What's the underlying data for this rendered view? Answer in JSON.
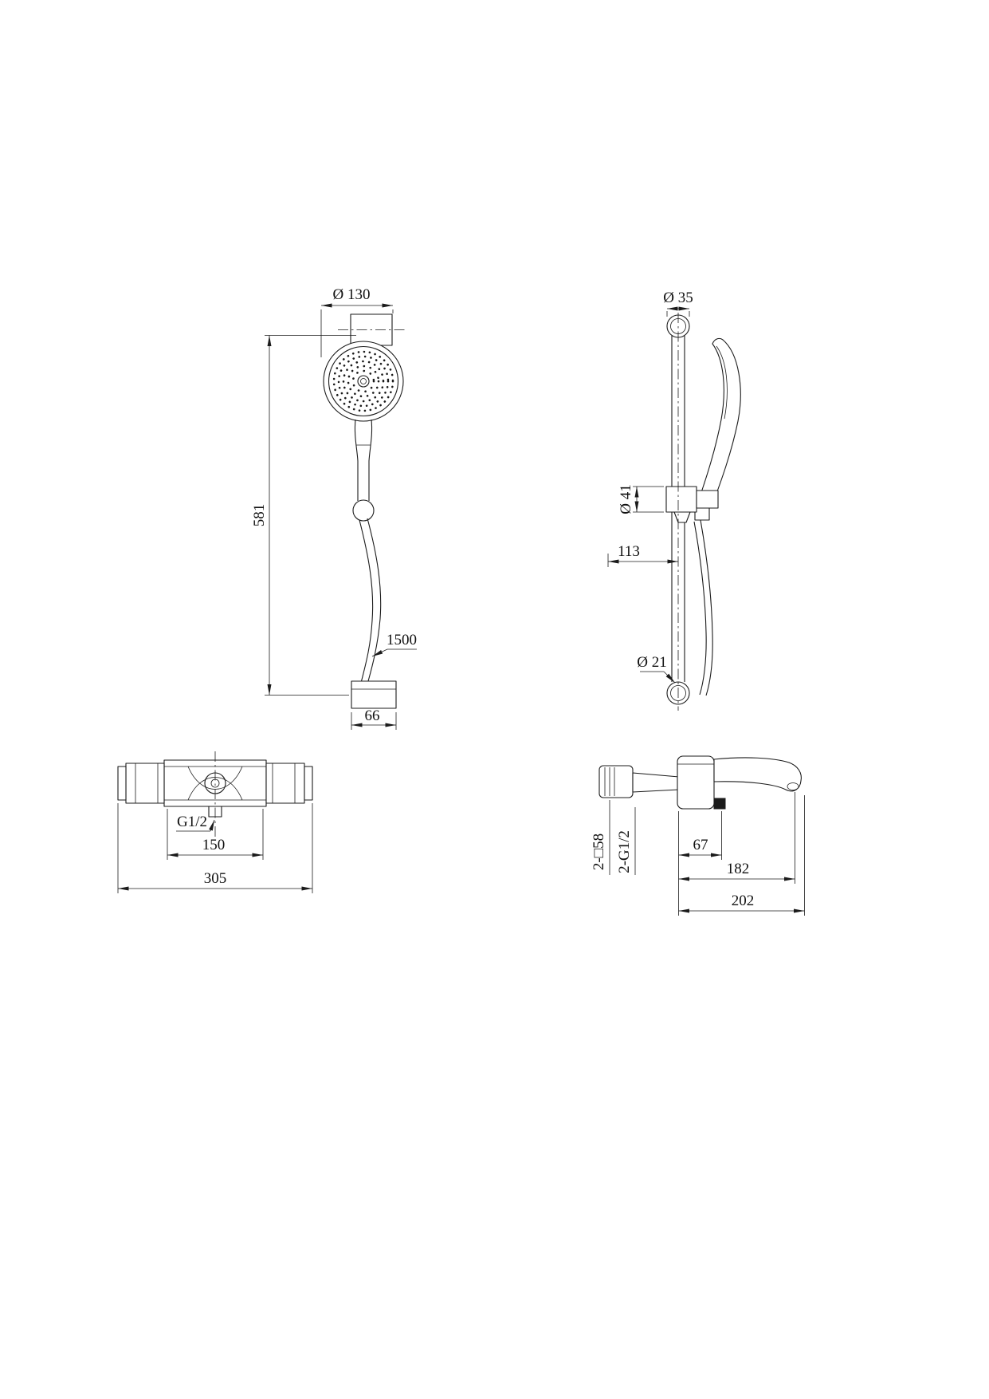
{
  "views": {
    "hand_shower_front": {
      "dim_head_diameter": "Ø 130",
      "dim_height": "581",
      "dim_hose_length": "1500",
      "dim_elbow_width": "66"
    },
    "slide_bar_side": {
      "dim_top_flange": "Ø 35",
      "dim_holder": "Ø 41",
      "dim_offset": "113",
      "dim_bar_tube": "Ø 21"
    },
    "mixer_front": {
      "dim_thread": "G1/2",
      "dim_inlet_spacing": "150",
      "dim_overall_width": "305"
    },
    "mixer_side": {
      "dim_escutcheon": "2-□58",
      "dim_inlet_thread": "2-G1/2",
      "dim_center_to_inlet": "67",
      "dim_spout_reach": "182",
      "dim_overall_depth": "202"
    }
  },
  "colors": {
    "line": "#1b1b1b",
    "background": "#ffffff"
  }
}
